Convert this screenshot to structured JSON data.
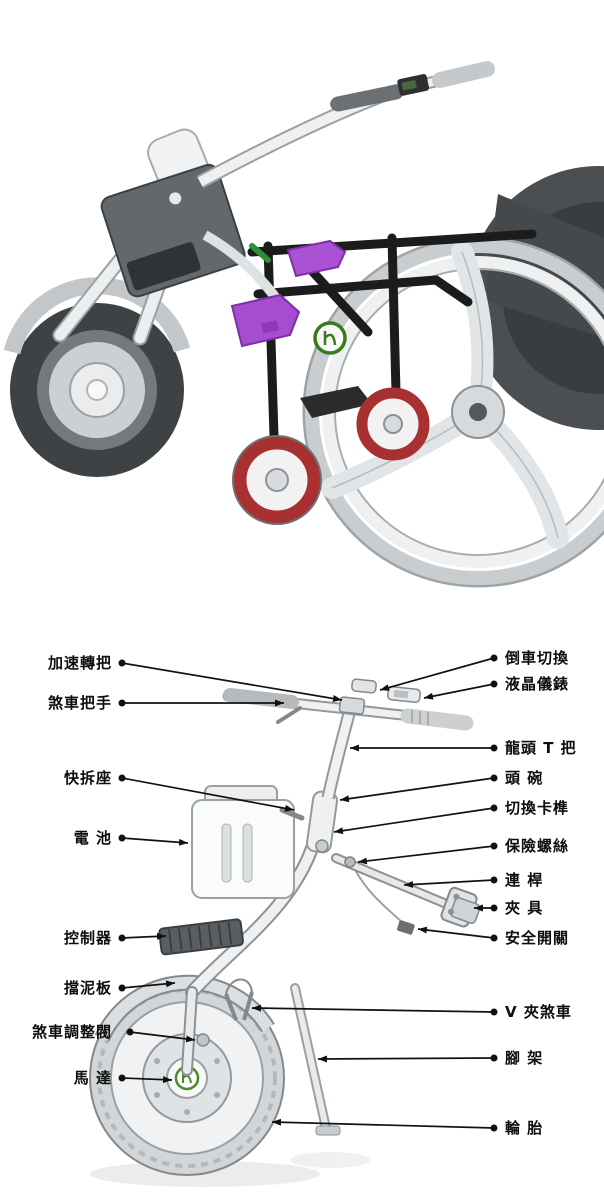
{
  "figures": {
    "top": {
      "alt": "handbike-attachment-mounted-on-wheelchair"
    },
    "bottom": {
      "alt": "handbike-attachment-parts-diagram"
    }
  },
  "diagram": {
    "left_labels": [
      {
        "id": "throttle-grip",
        "text": "加速轉把"
      },
      {
        "id": "brake-lever",
        "text": "煞車把手"
      },
      {
        "id": "quick-release",
        "text": "快拆座"
      },
      {
        "id": "battery",
        "text": "電 池"
      },
      {
        "id": "controller",
        "text": "控制器"
      },
      {
        "id": "fender",
        "text": "擋泥板"
      },
      {
        "id": "brake-adjuster",
        "text": "煞車調整閥"
      },
      {
        "id": "motor",
        "text": "馬 達"
      }
    ],
    "right_labels": [
      {
        "id": "reverse-switch",
        "text": "倒車切換"
      },
      {
        "id": "lcd-meter",
        "text": "液晶儀錶"
      },
      {
        "id": "t-handlebar",
        "text": "龍頭 T 把"
      },
      {
        "id": "headset",
        "text": "頭 碗"
      },
      {
        "id": "switch-latch",
        "text": "切換卡榫"
      },
      {
        "id": "safety-screw",
        "text": "保險螺絲"
      },
      {
        "id": "linkage-rod",
        "text": "連 桿"
      },
      {
        "id": "clamp",
        "text": "夾 具"
      },
      {
        "id": "safety-switch",
        "text": "安全開關"
      },
      {
        "id": "v-brake",
        "text": "V 夾煞車"
      },
      {
        "id": "kickstand",
        "text": "腳 架"
      },
      {
        "id": "tire",
        "text": "輪 胎"
      }
    ]
  },
  "colors": {
    "label_text": "#0d0d0d",
    "leader_line": "#111111",
    "highlight_purple": "#ab52d4",
    "caster_red": "#a83030",
    "logo_green": "#3a7a1e"
  }
}
